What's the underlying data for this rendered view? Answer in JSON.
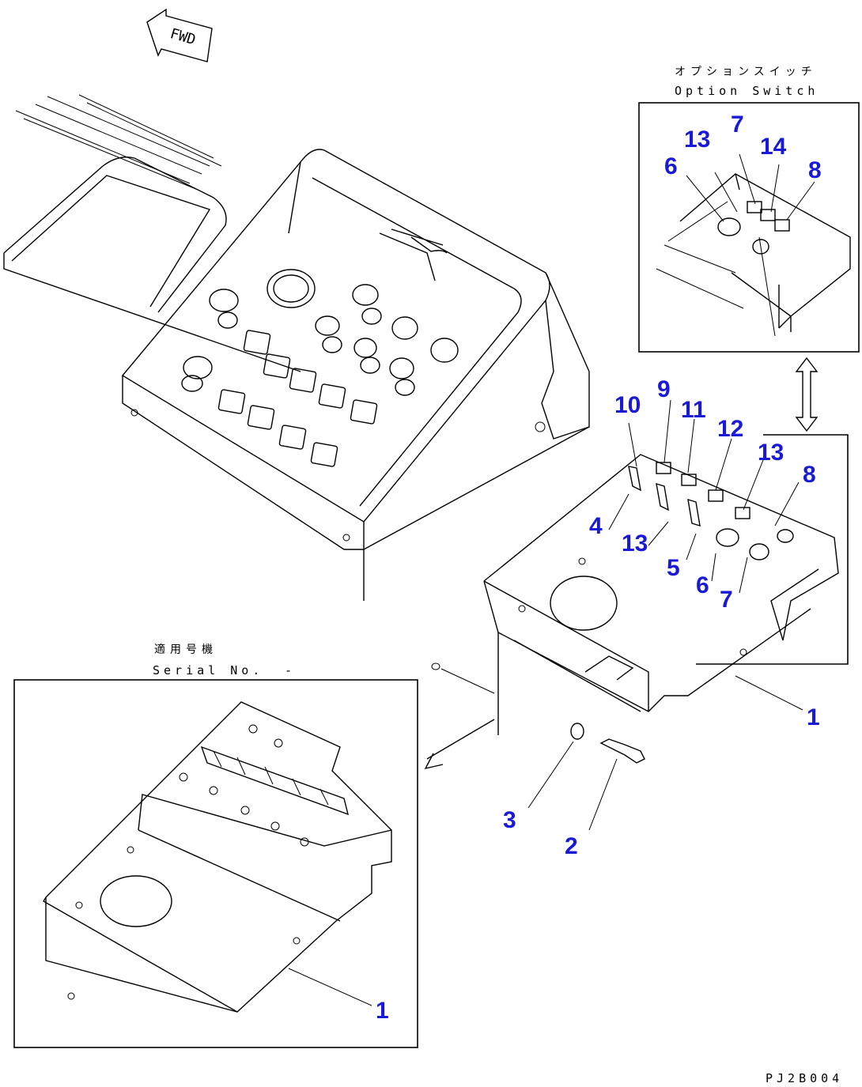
{
  "fwd_label": "FWD",
  "option_box": {
    "title_jp": "オプションスイッチ",
    "title_en": "Option Switch"
  },
  "serial_box": {
    "title_jp": "適用号機",
    "title_en": "Serial No.",
    "title_suffix": "-"
  },
  "drawing_code": "PJ2B004",
  "callouts": {
    "opt_13": "13",
    "opt_7": "7",
    "opt_14": "14",
    "opt_6": "6",
    "opt_8": "8",
    "main_10": "10",
    "main_9": "9",
    "main_11": "11",
    "main_12": "12",
    "main_13a": "13",
    "main_8": "8",
    "main_4": "4",
    "main_13b": "13",
    "main_5": "5",
    "main_6": "6",
    "main_7": "7",
    "main_1": "1",
    "part_3": "3",
    "part_2": "2",
    "serial_1": "1"
  }
}
